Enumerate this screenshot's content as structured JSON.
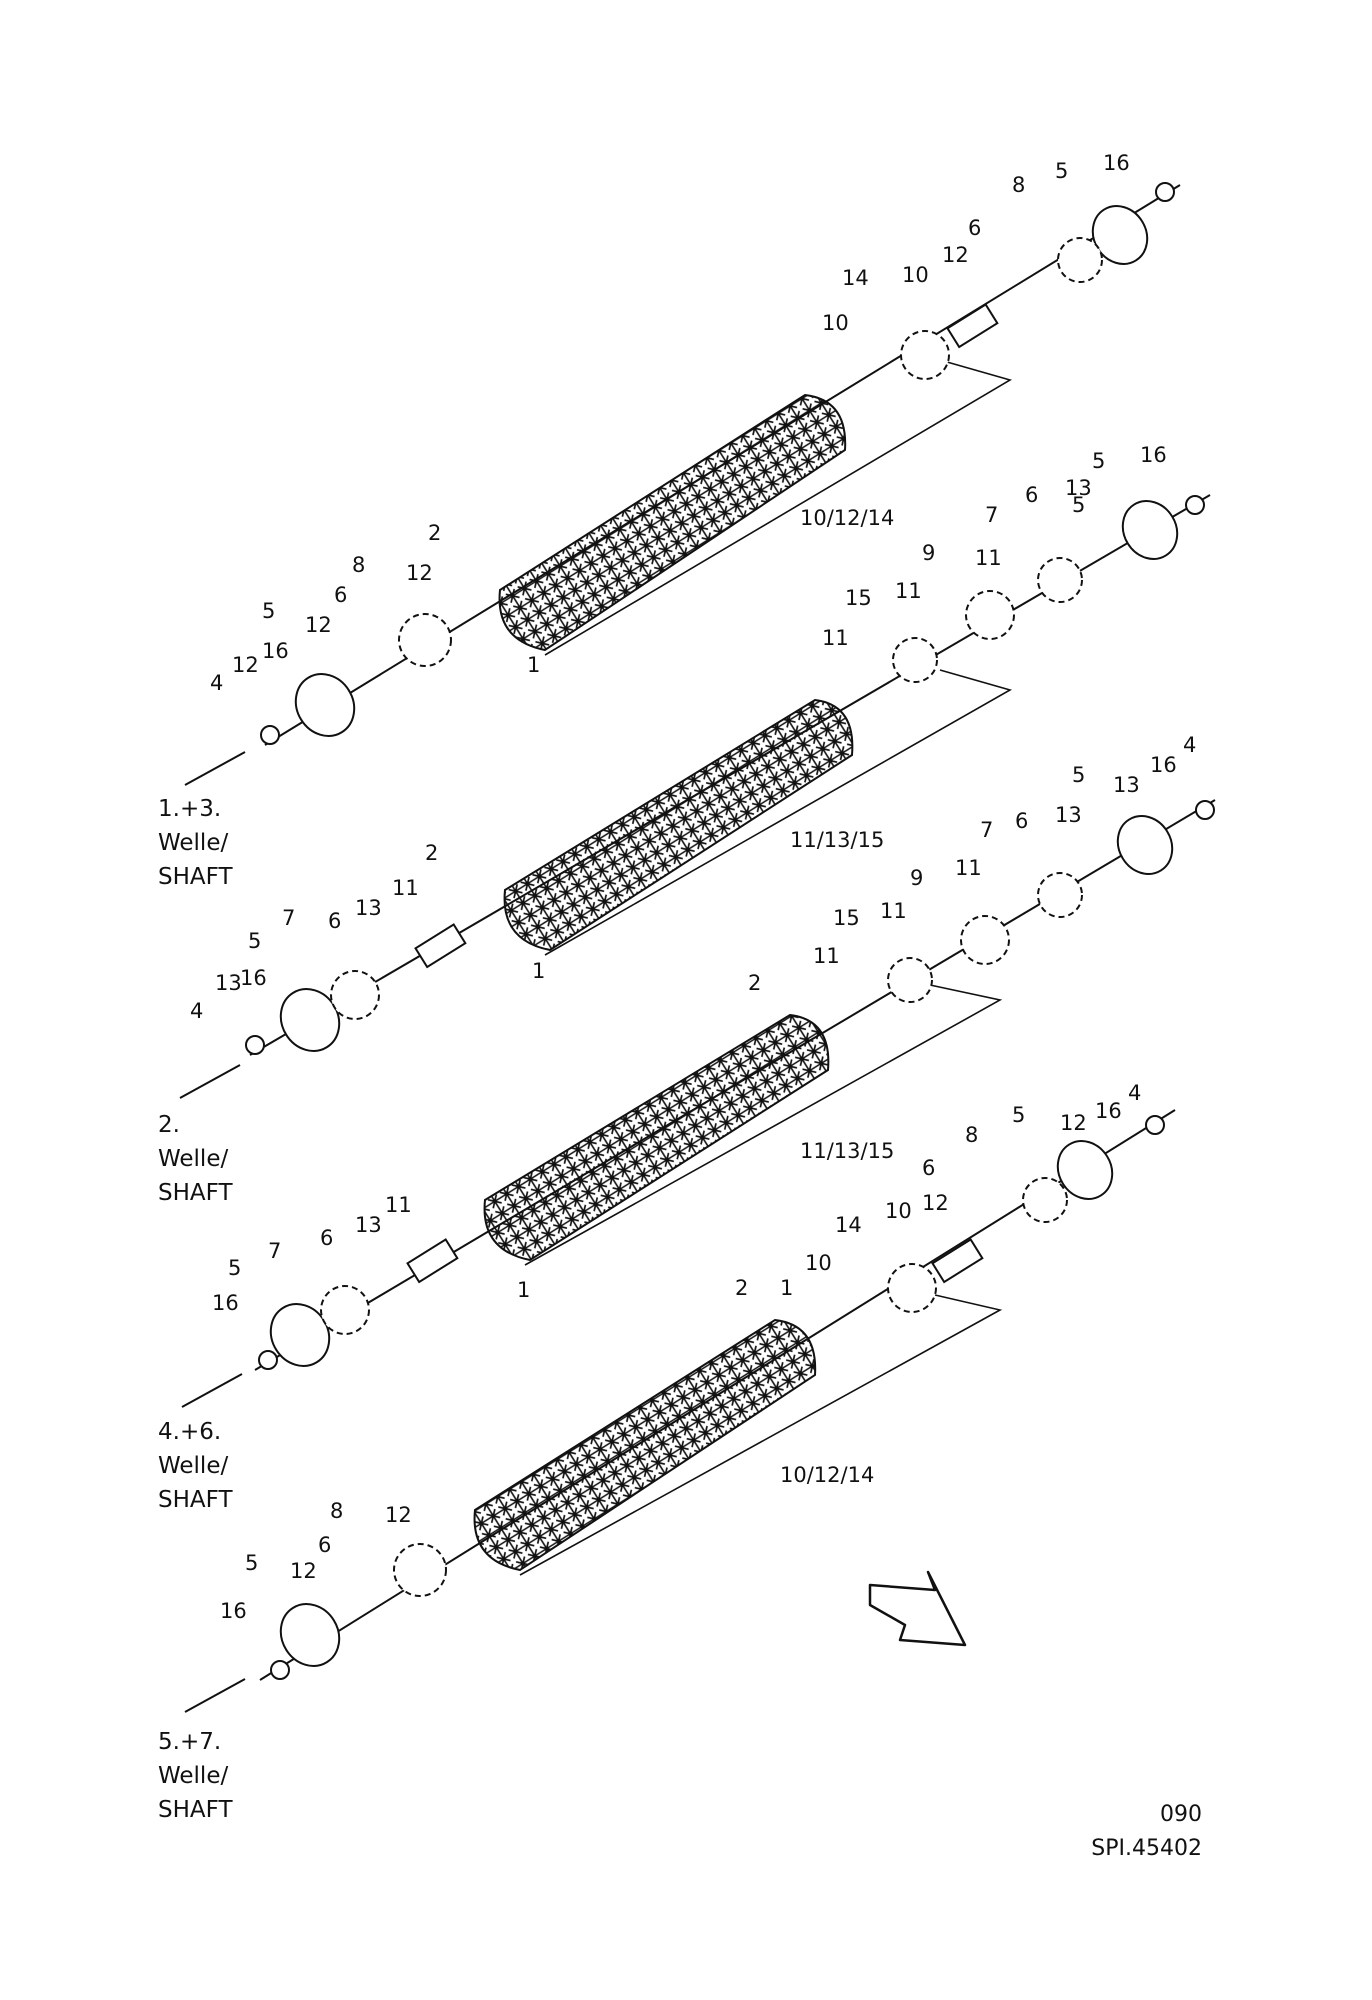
{
  "sections": [
    {
      "name": "shaft-1-3",
      "label": {
        "line1": "1.+3.",
        "line2": "Welle/",
        "line3": "SHAFT"
      },
      "bracket_label": "10/12/14",
      "callouts": [
        {
          "text": "16"
        },
        {
          "text": "5"
        },
        {
          "text": "8"
        },
        {
          "text": "6"
        },
        {
          "text": "12"
        },
        {
          "text": "10"
        },
        {
          "text": "14"
        },
        {
          "text": "10"
        },
        {
          "text": "2"
        },
        {
          "text": "12"
        },
        {
          "text": "8"
        },
        {
          "text": "6"
        },
        {
          "text": "5"
        },
        {
          "text": "12"
        },
        {
          "text": "16"
        },
        {
          "text": "12"
        },
        {
          "text": "4"
        },
        {
          "text": "1"
        }
      ]
    },
    {
      "name": "shaft-2",
      "label": {
        "line1": "2.",
        "line2": "Welle/",
        "line3": "SHAFT"
      },
      "bracket_label": "11/13/15",
      "callouts": [
        {
          "text": "5"
        },
        {
          "text": "16"
        },
        {
          "text": "5"
        },
        {
          "text": "13"
        },
        {
          "text": "6"
        },
        {
          "text": "7"
        },
        {
          "text": "9"
        },
        {
          "text": "11"
        },
        {
          "text": "11"
        },
        {
          "text": "15"
        },
        {
          "text": "11"
        },
        {
          "text": "2"
        },
        {
          "text": "11"
        },
        {
          "text": "13"
        },
        {
          "text": "6"
        },
        {
          "text": "7"
        },
        {
          "text": "5"
        },
        {
          "text": "16"
        },
        {
          "text": "13"
        },
        {
          "text": "4"
        },
        {
          "text": "1"
        }
      ]
    },
    {
      "name": "shaft-4-6",
      "label": {
        "line1": "4.+6.",
        "line2": "Welle/",
        "line3": "SHAFT"
      },
      "bracket_label": "11/13/15",
      "callouts": [
        {
          "text": "4"
        },
        {
          "text": "16"
        },
        {
          "text": "13"
        },
        {
          "text": "5"
        },
        {
          "text": "13"
        },
        {
          "text": "6"
        },
        {
          "text": "7"
        },
        {
          "text": "11"
        },
        {
          "text": "9"
        },
        {
          "text": "11"
        },
        {
          "text": "15"
        },
        {
          "text": "11"
        },
        {
          "text": "2"
        },
        {
          "text": "11"
        },
        {
          "text": "13"
        },
        {
          "text": "6"
        },
        {
          "text": "7"
        },
        {
          "text": "5"
        },
        {
          "text": "16"
        },
        {
          "text": "1"
        }
      ]
    },
    {
      "name": "shaft-5-7",
      "label": {
        "line1": "5.+7.",
        "line2": "Welle/",
        "line3": "SHAFT"
      },
      "bracket_label": "10/12/14",
      "callouts": [
        {
          "text": "4"
        },
        {
          "text": "16"
        },
        {
          "text": "12"
        },
        {
          "text": "5"
        },
        {
          "text": "8"
        },
        {
          "text": "6"
        },
        {
          "text": "12"
        },
        {
          "text": "10"
        },
        {
          "text": "14"
        },
        {
          "text": "10"
        },
        {
          "text": "1"
        },
        {
          "text": "2"
        },
        {
          "text": "12"
        },
        {
          "text": "8"
        },
        {
          "text": "6"
        },
        {
          "text": "12"
        },
        {
          "text": "5"
        },
        {
          "text": "16"
        }
      ]
    }
  ],
  "footer": {
    "page_number": "090",
    "drawing_code": "SPI.45402"
  }
}
